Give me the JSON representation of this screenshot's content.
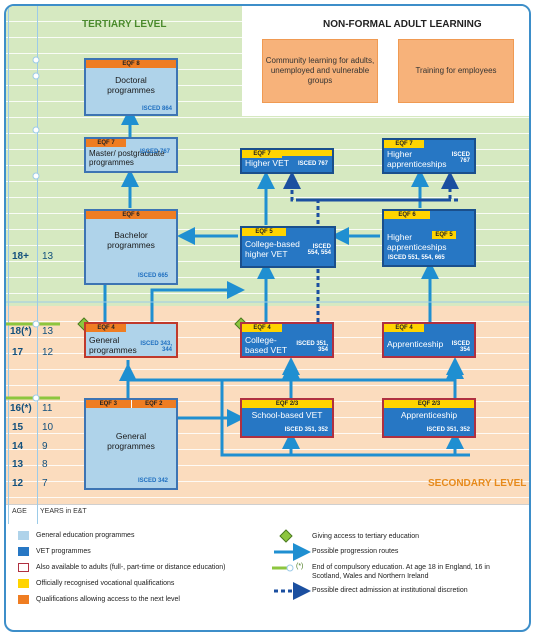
{
  "sections": {
    "tertiary": "TERTIARY LEVEL",
    "nonformal": "NON-FORMAL ADULT LEARNING",
    "secondary": "SECONDARY LEVEL"
  },
  "nonformal_boxes": {
    "community": "Community learning for adults, unemployed and vulnerable groups",
    "training": "Training for employees"
  },
  "programmes": {
    "doctoral": {
      "eqf": "EQF 8",
      "label": "Doctoral programmes",
      "isced": "ISCED 864"
    },
    "master": {
      "eqf": "EQF 7",
      "label": "Master/ postgraduate programmes",
      "isced": "ISCED 767"
    },
    "higher_vet": {
      "eqf": "EQF 7",
      "label": "Higher VET",
      "isced": "ISCED 767"
    },
    "higher_app7": {
      "eqf": "EQF 7",
      "label": "Higher apprenticeships",
      "isced": "ISCED 767"
    },
    "bachelor": {
      "eqf": "EQF 6",
      "label": "Bachelor programmes",
      "isced": "ISCED 665"
    },
    "college_higher": {
      "eqf": "EQF 5",
      "label": "College-based higher VET",
      "isced": "ISCED 554, 554"
    },
    "higher_app65": {
      "eqf6": "EQF 6",
      "eqf5": "EQF 5",
      "label": "Higher apprenticeships",
      "isced": "ISCED 551, 554, 665"
    },
    "general4": {
      "eqf": "EQF 4",
      "label": "General programmes",
      "isced": "ISCED 343, 344"
    },
    "college_vet": {
      "eqf": "EQF 4",
      "label": "College-based VET",
      "isced": "ISCED 351, 354"
    },
    "apprenticeship4": {
      "eqf": "EQF 4",
      "label": "Apprenticeship",
      "isced": "ISCED 354"
    },
    "general23": {
      "eqf3": "EQF 3",
      "eqf2": "EQF 2",
      "label": "General programmes",
      "isced": "ISCED 342"
    },
    "school_vet": {
      "eqf": "EQF 2/3",
      "label": "School-based VET",
      "isced": "ISCED 351, 352"
    },
    "apprenticeship23": {
      "eqf": "EQF 2/3",
      "label": "Apprenticeship",
      "isced": "ISCED 351, 352"
    }
  },
  "ages": [
    {
      "age": "18+",
      "years": "13"
    },
    {
      "age": "18(*)",
      "years": "13"
    },
    {
      "age": "17",
      "years": "12"
    },
    {
      "age": "16(*)",
      "years": "11"
    },
    {
      "age": "15",
      "years": "10"
    },
    {
      "age": "14",
      "years": "9"
    },
    {
      "age": "13",
      "years": "8"
    },
    {
      "age": "12",
      "years": "7"
    }
  ],
  "axis": {
    "age": "AGE",
    "years": "YEARS in E&T"
  },
  "legend": {
    "general": "General education programmes",
    "vet": "VET programmes",
    "adults": "Also available to adults (full-, part-time or distance education)",
    "vocational": "Officially recognised vocational qualifications",
    "qualifications": "Qualifications allowing access to the next level",
    "tertiary_access": "Giving access to tertiary education",
    "progression": "Possible progression routes",
    "compulsory_marker": "(*)",
    "compulsory": "End of compulsory education. At age 18 in England, 16 in Scotland, Wales and Northern Ireland",
    "direct": "Possible direct admission at institutional discretion"
  },
  "colors": {
    "frame": "#3d8ec9",
    "tertiary_bg": "#d6e9c1",
    "secondary_bg": "#fbdcbe",
    "general": "#afd3ea",
    "vet": "#2777c4",
    "eqf_orange": "#ef7d22",
    "eqf_yellow": "#ffd400",
    "diamond": "#8dc63f"
  }
}
